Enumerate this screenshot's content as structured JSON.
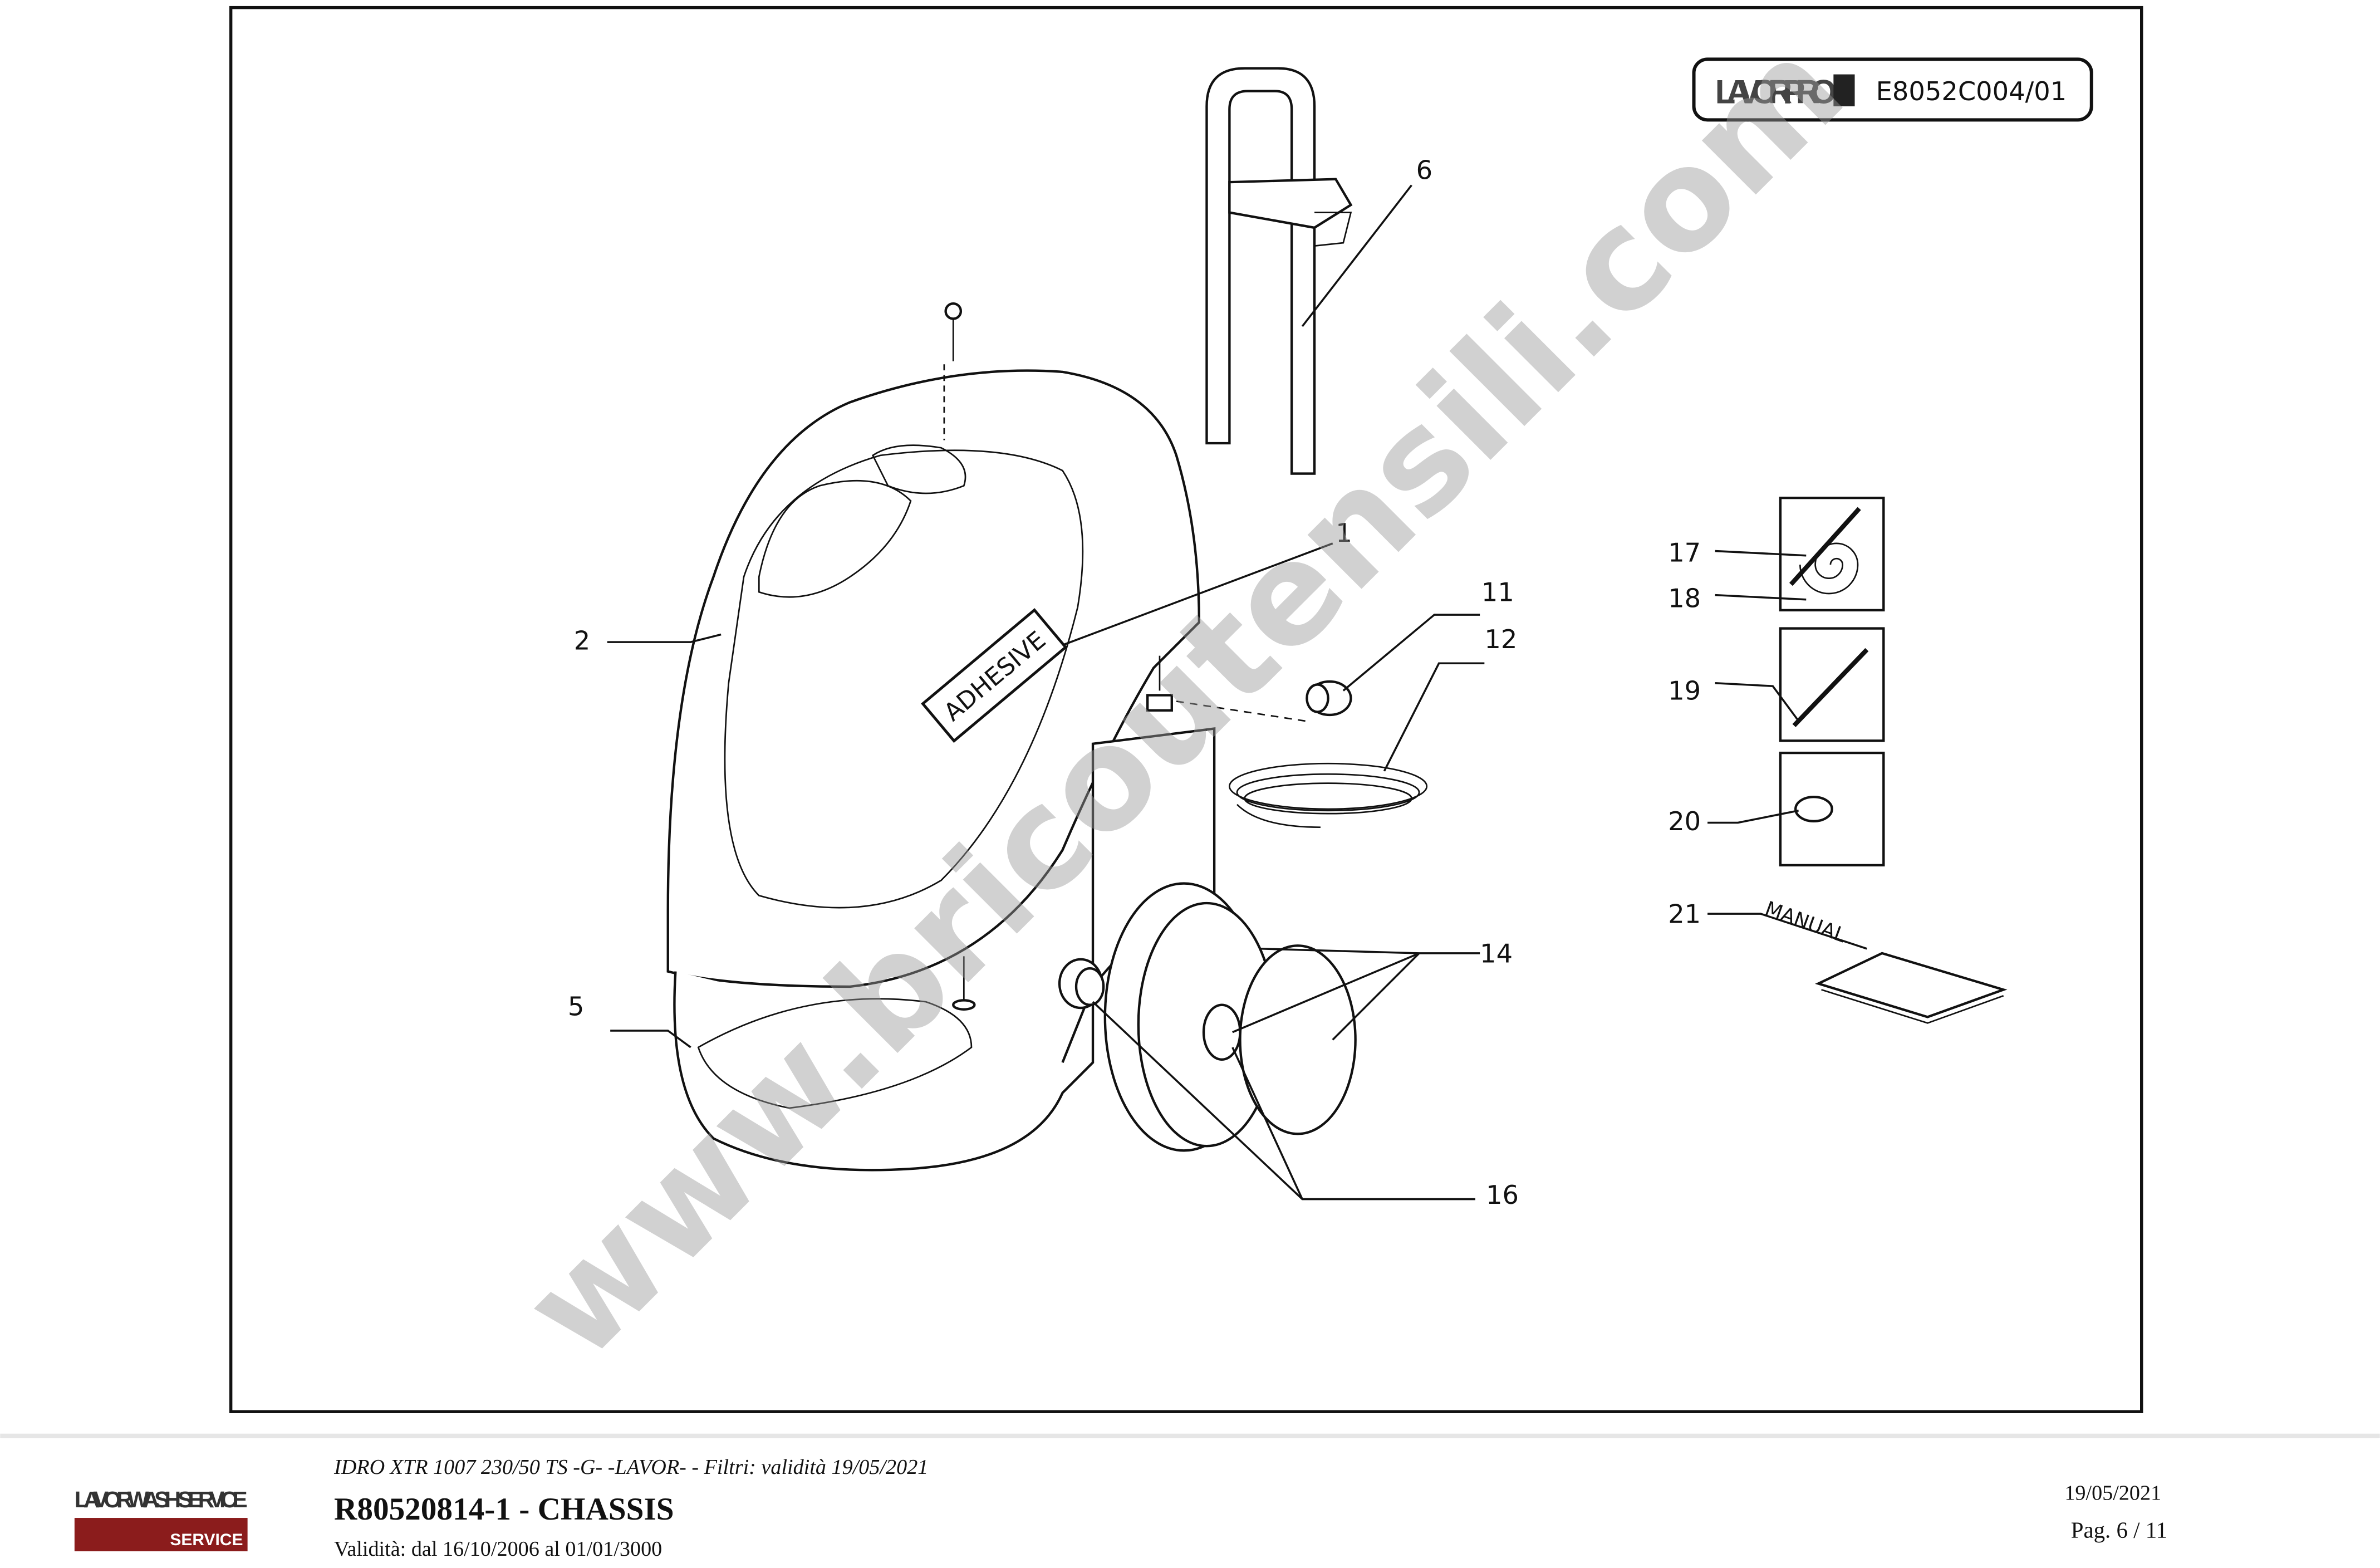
{
  "drawing": {
    "brand_logo": "LAVOR PRO",
    "drawing_code": "E8052C004/01",
    "adhesive_label": "ADHESIVE",
    "manual_label": "MANUAL",
    "watermark": "www.bricoutensili.com",
    "callouts": [
      "1",
      "2",
      "5",
      "6",
      "11",
      "12",
      "14",
      "16",
      "17",
      "18",
      "19",
      "20",
      "21"
    ]
  },
  "footer": {
    "logo": "LAVORWASH SERVICE",
    "logo_color": "#8b1c1c",
    "model_line": "IDRO XTR 1007 230/50 TS -G- -LAVOR- - Filtri: validità 19/05/2021",
    "title": "R80520814-1 - CHASSIS",
    "validity": "Validità: dal 16/10/2006 al 01/01/3000",
    "date": "19/05/2021",
    "page": "Pag. 6 / 11"
  }
}
